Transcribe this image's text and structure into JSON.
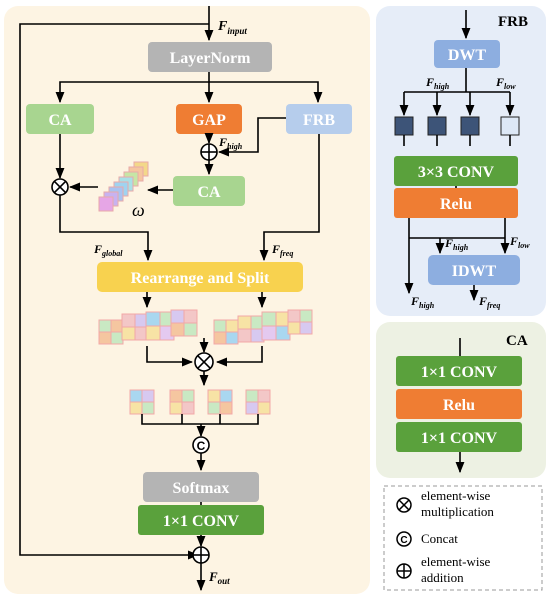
{
  "main": {
    "input_label": "F",
    "input_sub": "input",
    "layernorm": "LayerNorm",
    "ca_left": "CA",
    "gap": "GAP",
    "frb": "FRB",
    "high_label": "F",
    "high_sub": "high",
    "ca_mid": "CA",
    "omega": "ω",
    "global_label": "F",
    "global_sub": "global",
    "freq_label": "F",
    "freq_sub": "freq",
    "rearrange": "Rearrange and Split",
    "softmax": "Softmax",
    "conv1x1": "1×1 CONV",
    "out_label": "F",
    "out_sub": "out",
    "concat_symbol": "C"
  },
  "frb_panel": {
    "title": "FRB",
    "dwt": "DWT",
    "fhigh_label": "F",
    "fhigh_sub": "high",
    "flow_label": "F",
    "flow_sub": "low",
    "conv3x3": "3×3 CONV",
    "relu": "Relu",
    "fhigh2_label": "F",
    "fhigh2_sub": "high",
    "flow2_label": "F",
    "flow2_sub": "low",
    "idwt": "IDWT",
    "out_high_label": "F",
    "out_high_sub": "high",
    "out_freq_label": "F",
    "out_freq_sub": "freq"
  },
  "ca_panel": {
    "title": "CA",
    "conv_a": "1×1 CONV",
    "relu": "Relu",
    "conv_b": "1×1 CONV"
  },
  "legend": {
    "mult_line1": "element-wise",
    "mult_line2": "multiplication",
    "concat": "Concat",
    "add_line1": "element-wise",
    "add_line2": "addition",
    "concat_symbol": "C"
  },
  "colors": {
    "main_bg": "#fdf4e3",
    "frb_bg": "#e6edf8",
    "ca_bg": "#edf1e3",
    "gray_box": "#b4b4b4",
    "green_light": "#a8d590",
    "orange": "#ef7d33",
    "blue_light": "#b6cdec",
    "yellow": "#f8d24f",
    "green_dark": "#5aa13c",
    "blue_mid": "#8daee0",
    "navy": "#3d5478"
  }
}
